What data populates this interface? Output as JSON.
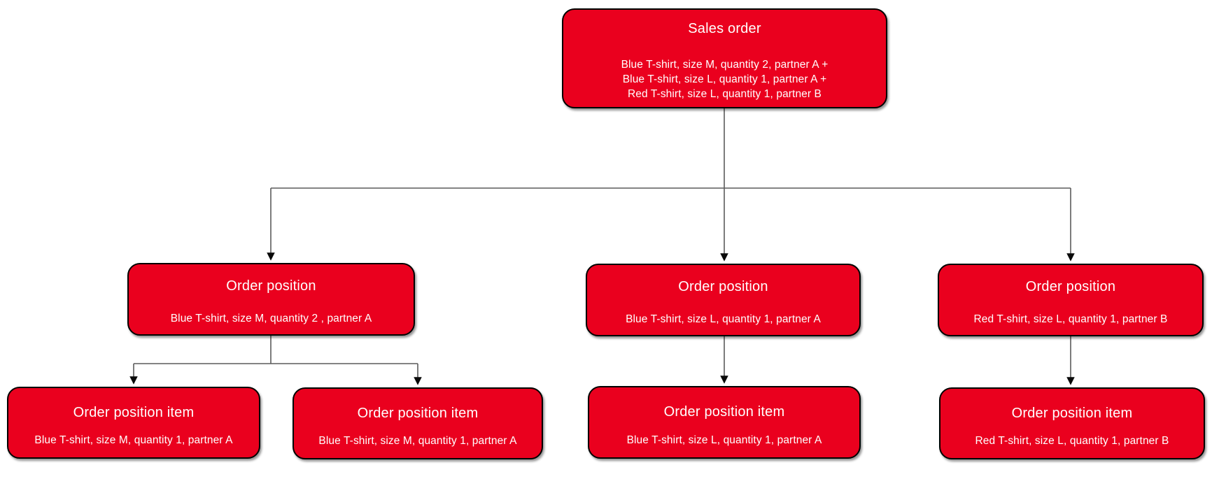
{
  "colors": {
    "node_fill": "#ea001e",
    "node_border": "#000000",
    "node_text": "#ffffff",
    "edge_stroke": "#5c5c5c",
    "arrowhead": "#0a0a0a",
    "background": "#ffffff"
  },
  "nodes": {
    "sales_order": {
      "title": "Sales order",
      "lines": [
        "Blue T-shirt, size M, quantity 2, partner A +",
        "Blue T-shirt, size L, quantity 1, partner A +",
        "Red T-shirt, size L, quantity 1, partner B"
      ]
    },
    "order_position_1": {
      "title": "Order position",
      "lines": [
        "Blue T-shirt, size M, quantity 2 , partner A"
      ]
    },
    "order_position_2": {
      "title": "Order position",
      "lines": [
        "Blue T-shirt, size L, quantity 1, partner A"
      ]
    },
    "order_position_3": {
      "title": "Order position",
      "lines": [
        "Red T-shirt, size L, quantity 1, partner B"
      ]
    },
    "order_position_item_1": {
      "title": "Order position item",
      "lines": [
        "Blue T-shirt, size M, quantity 1, partner A"
      ]
    },
    "order_position_item_2": {
      "title": "Order position item",
      "lines": [
        "Blue T-shirt, size M, quantity 1, partner A"
      ]
    },
    "order_position_item_3": {
      "title": "Order position item",
      "lines": [
        "Blue T-shirt, size L, quantity 1, partner A"
      ]
    },
    "order_position_item_4": {
      "title": "Order position item",
      "lines": [
        "Red T-shirt, size L, quantity 1, partner B"
      ]
    }
  },
  "edges": [
    {
      "from": "sales_order",
      "to": "order_position_1"
    },
    {
      "from": "sales_order",
      "to": "order_position_2"
    },
    {
      "from": "sales_order",
      "to": "order_position_3"
    },
    {
      "from": "order_position_1",
      "to": "order_position_item_1"
    },
    {
      "from": "order_position_1",
      "to": "order_position_item_2"
    },
    {
      "from": "order_position_2",
      "to": "order_position_item_3"
    },
    {
      "from": "order_position_3",
      "to": "order_position_item_4"
    }
  ]
}
